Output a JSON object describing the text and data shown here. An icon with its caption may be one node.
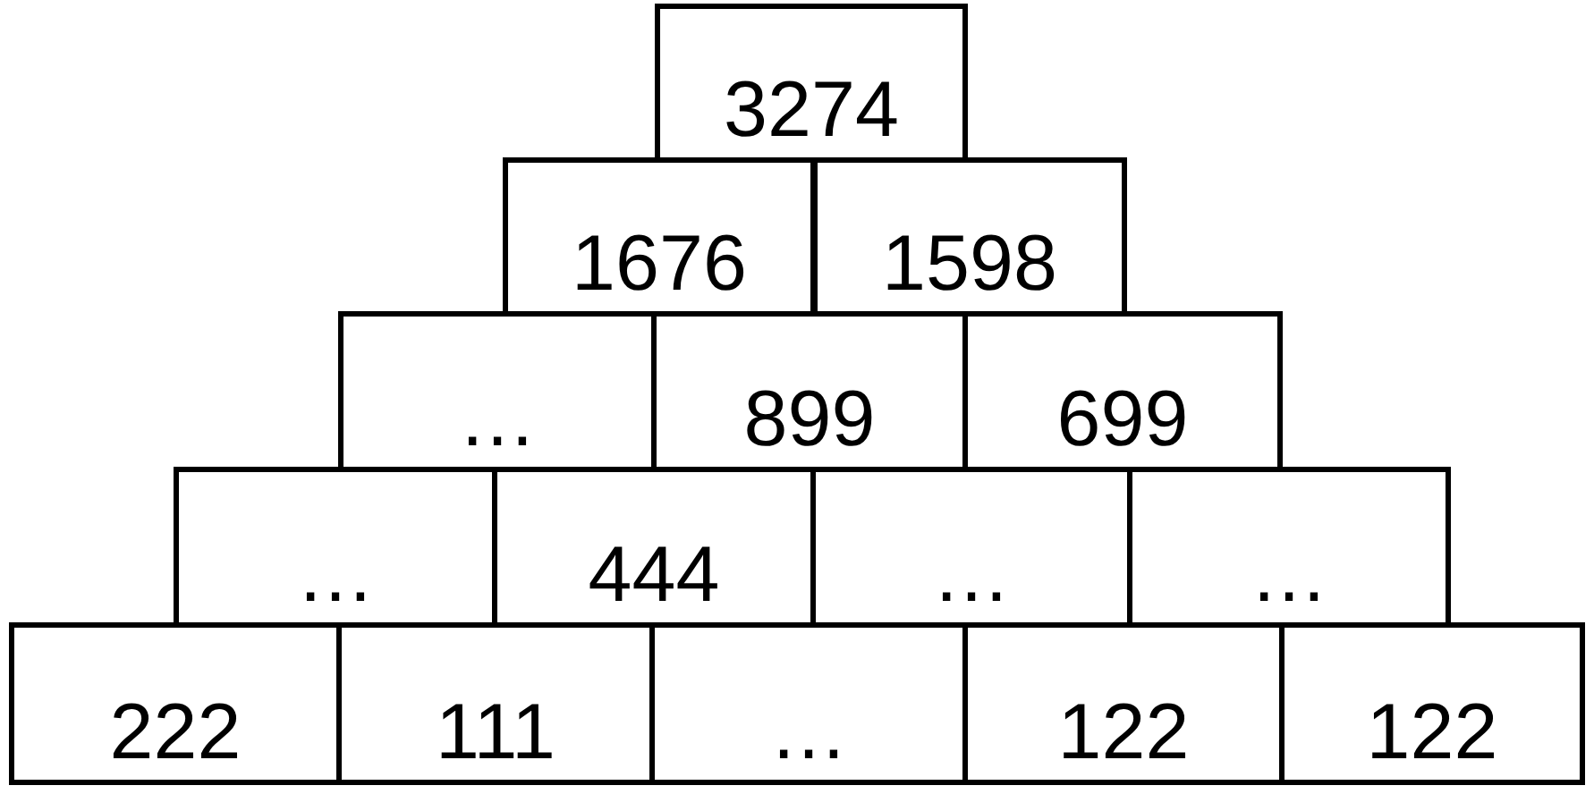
{
  "diagram": {
    "nodes": [
      {
        "text": [
          "3274"
        ]
      },
      {
        "text": [
          "1676"
        ]
      },
      {
        "text": [
          "1598"
        ]
      },
      {
        "text": [
          "…"
        ]
      },
      {
        "text": [
          "899"
        ]
      },
      {
        "text": [
          "699"
        ]
      },
      {
        "text": [
          "…"
        ]
      },
      {
        "text": [
          "444"
        ]
      },
      {
        "text": [
          "…"
        ]
      },
      {
        "text": [
          "…"
        ]
      },
      {
        "text": [
          "222"
        ]
      },
      {
        "text": [
          "111"
        ]
      },
      {
        "text": [
          "…"
        ]
      },
      {
        "text": [
          "122"
        ]
      },
      {
        "text": [
          "122"
        ]
      }
    ]
  }
}
